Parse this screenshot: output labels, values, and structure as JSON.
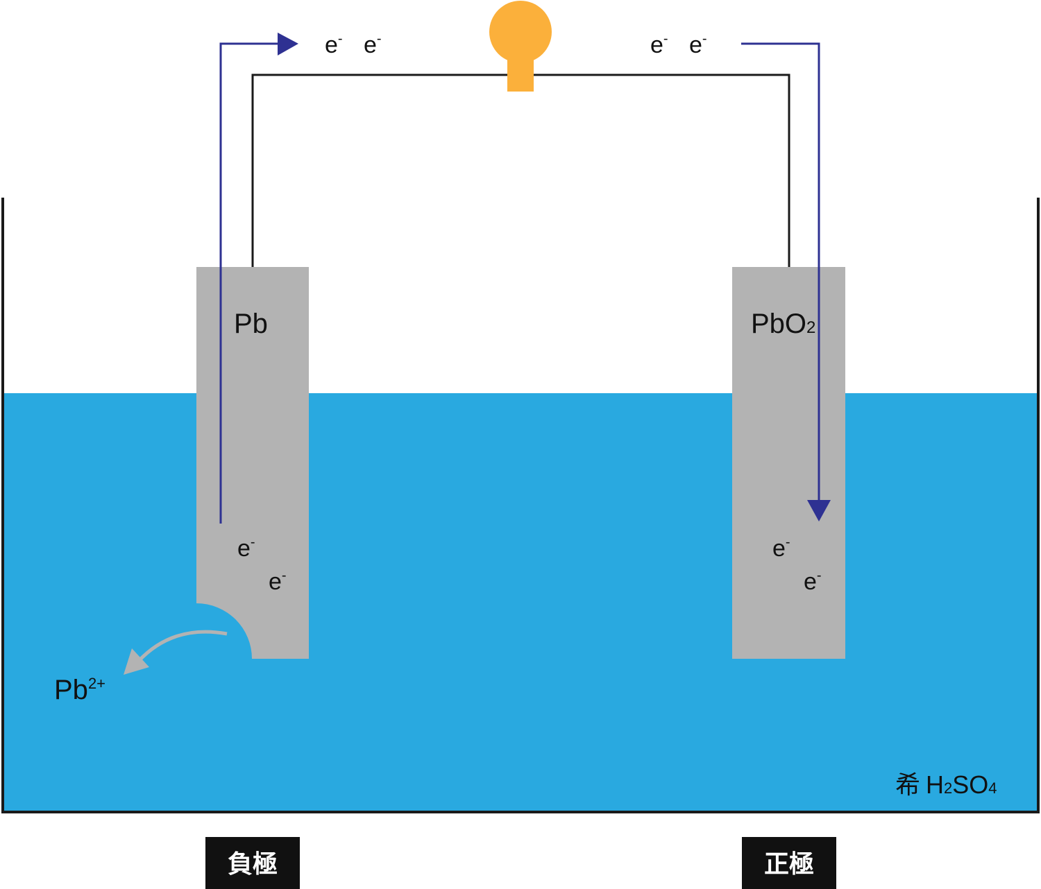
{
  "colors": {
    "electrolyte": "#29a9e0",
    "electrode": "#b3b3b3",
    "wire": "#1a1a1a",
    "electron_arrow": "#2e3192",
    "ion_arrow": "#b3b3b3",
    "bulb": "#fbb03b",
    "label_bg": "#111111",
    "label_text": "#ffffff"
  },
  "icons": {
    "bulb": "light-bulb-icon"
  },
  "electron": {
    "base": "e",
    "sup": "-"
  },
  "negative_electrode": {
    "material": "Pb",
    "role_label": "負極"
  },
  "positive_electrode": {
    "material_base": "PbO",
    "material_sub": "2",
    "role_label": "正極"
  },
  "ion": {
    "base": "Pb",
    "sup": "2+"
  },
  "electrolyte": {
    "prefix": "希",
    "formula": [
      {
        "t": "H",
        "sub": false
      },
      {
        "t": "2",
        "sub": true
      },
      {
        "t": "SO",
        "sub": false
      },
      {
        "t": "4",
        "sub": true
      }
    ]
  }
}
